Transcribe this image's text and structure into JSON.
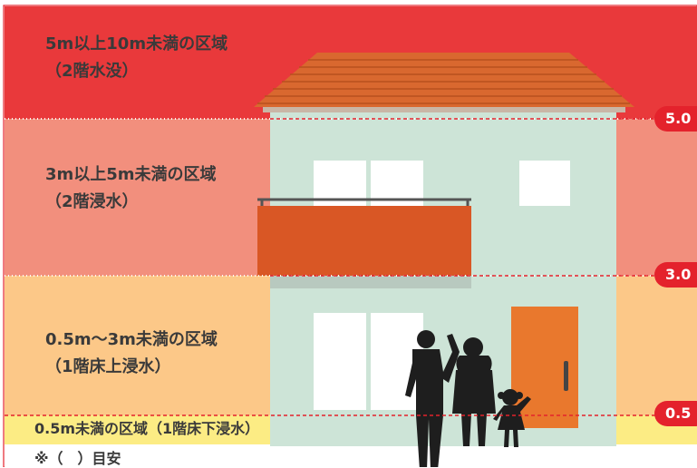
{
  "zones": {
    "zone_5_10": {
      "line1": "5m以上10m未満の区域",
      "line2": "（2階水没）"
    },
    "zone_3_5": {
      "line1": "3m以上5m未満の区域",
      "line2": "（2階浸水）"
    },
    "zone_05_3": {
      "line1": "0.5m〜3m未満の区域",
      "line2": "（1階床上浸水）"
    },
    "zone_lt05": {
      "label": "0.5m未満の区域（1階床下浸水）"
    }
  },
  "levels": [
    {
      "value_label": "5.0"
    },
    {
      "value_label": "3.0"
    },
    {
      "value_label": "0.5"
    }
  ],
  "note": "※（　）目安",
  "colors": {
    "zone_5_10": "#e9393b",
    "zone_3_5": "#f28f7d",
    "zone_05_3": "#fcc888",
    "zone_lt05": "#fcec84",
    "badge": "#e4222c",
    "house_wall": "#cde4d7",
    "roof": "#d9682f",
    "balcony": "#d95725",
    "door": "#e9782d"
  }
}
